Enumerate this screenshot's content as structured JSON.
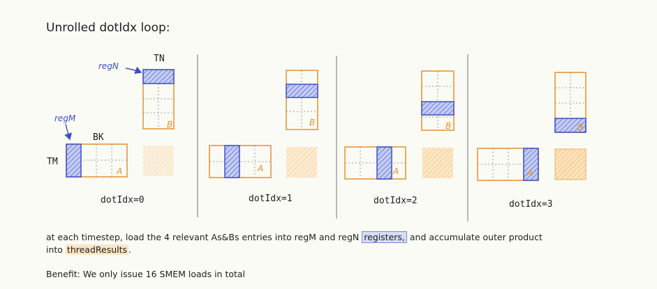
{
  "title": "Unrolled dotIdx loop:",
  "labels": {
    "regN": "regN",
    "regM": "regM",
    "TN": "TN",
    "BK": "BK",
    "TM": "TM",
    "A": "A",
    "B": "B"
  },
  "steps": [
    {
      "caption": "dotIdx=0",
      "dot_idx": 0
    },
    {
      "caption": "dotIdx=1",
      "dot_idx": 1
    },
    {
      "caption": "dotIdx=2",
      "dot_idx": 2
    },
    {
      "caption": "dotIdx=3",
      "dot_idx": 3
    }
  ],
  "description": {
    "line1_part1": "at each timestep, load the 4 relevant As&Bs entries into regM and regN ",
    "line1_highlight": "registers,",
    "line1_part2": " and accumulate outer product",
    "line2_part1": "into ",
    "line2_highlight": "threadResults",
    "line2_part2": "."
  },
  "benefit": "Benefit: We only issue 16 SMEM loads in total",
  "colors": {
    "orange": "#e8902a",
    "blue": "#3b4fc4",
    "blue_fill": "#b9c3ef",
    "line": "#8a8a8a"
  }
}
